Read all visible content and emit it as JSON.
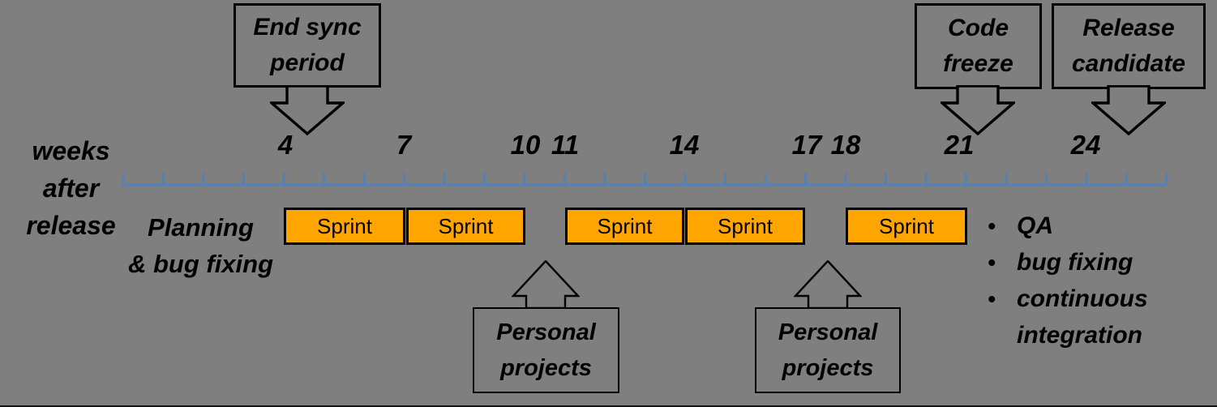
{
  "colors": {
    "background": "#7f7f7f",
    "timeline_blue": "#4f81bd",
    "sprint_orange": "#ffa500",
    "line_black": "#000000"
  },
  "axis": {
    "title_lines": [
      "weeks",
      "after",
      "release"
    ],
    "tick_labels": [
      "4",
      "7",
      "10",
      "11",
      "14",
      "17",
      "18",
      "21",
      "24"
    ],
    "weeks_start": 0,
    "weeks_end": 26,
    "tick_interval_weeks": 1
  },
  "milestones": [
    {
      "name": "end-sync-period",
      "lines": [
        "End sync",
        "period"
      ]
    },
    {
      "name": "code-freeze",
      "lines": [
        "Code",
        "freeze"
      ]
    },
    {
      "name": "release-candidate",
      "lines": [
        "Release",
        "candidate"
      ]
    }
  ],
  "phases": {
    "planning_lines": [
      "Planning",
      "& bug fixing"
    ],
    "sprints": [
      {
        "label": "Sprint"
      },
      {
        "label": "Sprint"
      },
      {
        "label": "Sprint"
      },
      {
        "label": "Sprint"
      },
      {
        "label": "Sprint"
      }
    ],
    "personal_projects": [
      {
        "lines": [
          "Personal",
          "projects"
        ]
      },
      {
        "lines": [
          "Personal",
          "projects"
        ]
      }
    ],
    "final_phase": {
      "bullet_char": "•",
      "items": [
        "QA",
        "bug fixing",
        "continuous integration"
      ]
    }
  }
}
